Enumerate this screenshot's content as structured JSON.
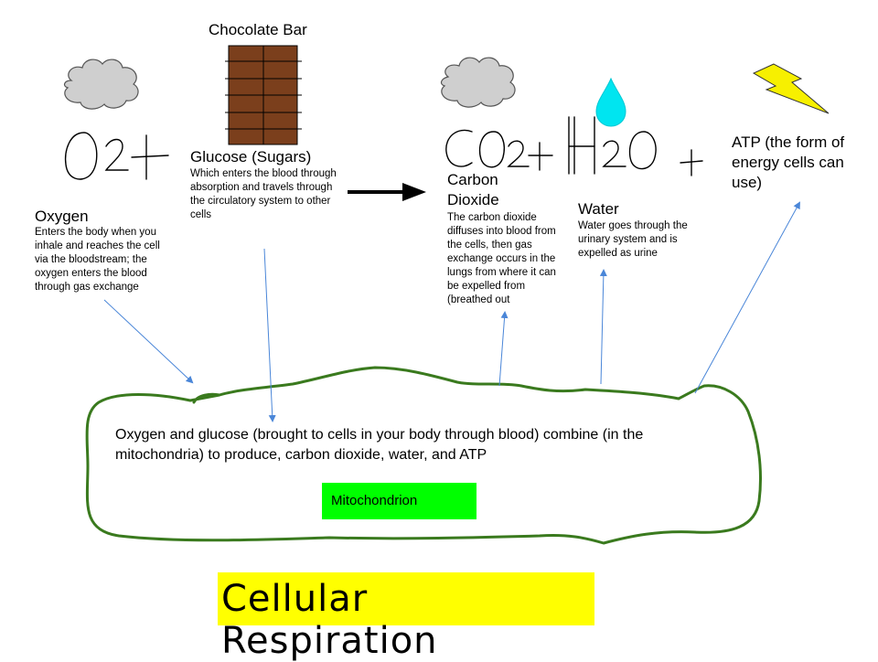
{
  "chocolate": {
    "label": "Chocolate Bar"
  },
  "handwriting": {
    "reactants": "O2+",
    "products": "CO2+H2O",
    "plus": "+"
  },
  "oxygen": {
    "heading": "Oxygen",
    "description": "Enters the body when you inhale and reaches the cell via the bloodstream; the oxygen enters the blood through gas exchange"
  },
  "glucose": {
    "heading": "Glucose (Sugars)",
    "description": "Which enters the blood through absorption and travels through the circulatory system to other cells"
  },
  "carbon_dioxide": {
    "heading_line1": "Carbon",
    "heading_line2": "Dioxide",
    "description": "The carbon dioxide diffuses into blood from the cells, then gas exchange occurs in the lungs from where it can be expelled from (breathed out"
  },
  "water": {
    "heading": "Water",
    "description": "Water goes through the urinary system and is expelled as urine"
  },
  "atp": {
    "heading": "ATP (the form of energy cells can use)"
  },
  "cell": {
    "description": "Oxygen and glucose (brought to cells in your body through blood) combine (in the mitochondria)  to produce, carbon dioxide, water, and ATP",
    "mitochondrion_label": "Mitochondrion"
  },
  "title": "Cellular Respiration",
  "icons": [
    "cloud-icon",
    "chocolate-bar-icon",
    "water-drop-icon",
    "lightning-icon",
    "arrow-right-icon"
  ],
  "colors": {
    "cell_outline": "#3a7a1e",
    "arrow_blue": "#4a86d8",
    "chocolate": "#7b3f1c",
    "drop": "#00e5f0",
    "lightning": "#f7f000",
    "title_bg": "#ffff00",
    "mito_bg": "#00ff00"
  }
}
